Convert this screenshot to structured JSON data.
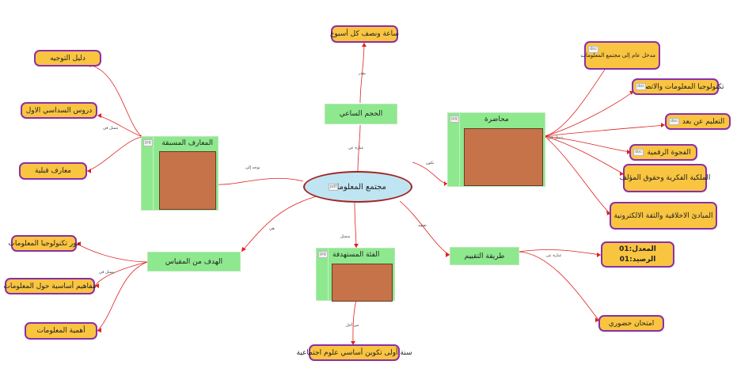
{
  "center": {
    "label": "مجتمع المعلومات",
    "tag": "pdf"
  },
  "nodes": {
    "volume": "الحجم الساعي",
    "prior": "المعارف المسبقة",
    "lecture": "محاضرة",
    "audience": "الفئة المستهدفة",
    "objective": "الهدف من المقياس",
    "evaluation": "طريقة التقييم"
  },
  "leaves": {
    "volume_1": "ساعة ونصف كل أسبوع",
    "prior_1": "دليل التوجيه",
    "prior_2": "دروس السداسي الاول",
    "prior_3": "معارف قبلية",
    "lecture_1": "مدخل عام إلى مجتمع المعلومات",
    "lecture_2": "تكنولوجيا المعلومات والاتصال",
    "lecture_3": "التعليم عن بعد",
    "lecture_4": "الفجوة الرقمية",
    "lecture_5": "الملكية الفكرية وحقوق المؤلف",
    "lecture_6": "المبادئ الاخلاقية والثقة الالكترونية",
    "objective_1": "دور تكنولوجيا المعلومات",
    "objective_2": "مفاهيم أساسية حول المعلومات",
    "objective_3": "أهمية المعلومات",
    "audience_1": "سنة أولى تكوين أساسي علوم اجتماعية",
    "evaluation_1_line1": "المعدل:01",
    "evaluation_1_line2": "الرصيد:01",
    "evaluation_2": "امتحان حضوري"
  },
  "tags": {
    "jpg": "jpg",
    "doc": "doc"
  },
  "edge_labels": [
    "يقدر",
    "عبارة عن",
    "تتمثل في",
    "تكون",
    "تتمثل في",
    "توجه إلى",
    "هي",
    "يتمثل في",
    "تعتمد",
    "من أجل",
    "عبارة عن",
    "متمثل",
    "موجهة إلى",
    "بالتسجيل"
  ],
  "colors": {
    "leaf_fill": "#f9c440",
    "leaf_border": "#8a2fa8",
    "node_fill": "#8ee88e",
    "edge": "#e02020",
    "center_fill": "#bfe4f2",
    "center_border": "#a32222",
    "picture": "#c6734a"
  }
}
